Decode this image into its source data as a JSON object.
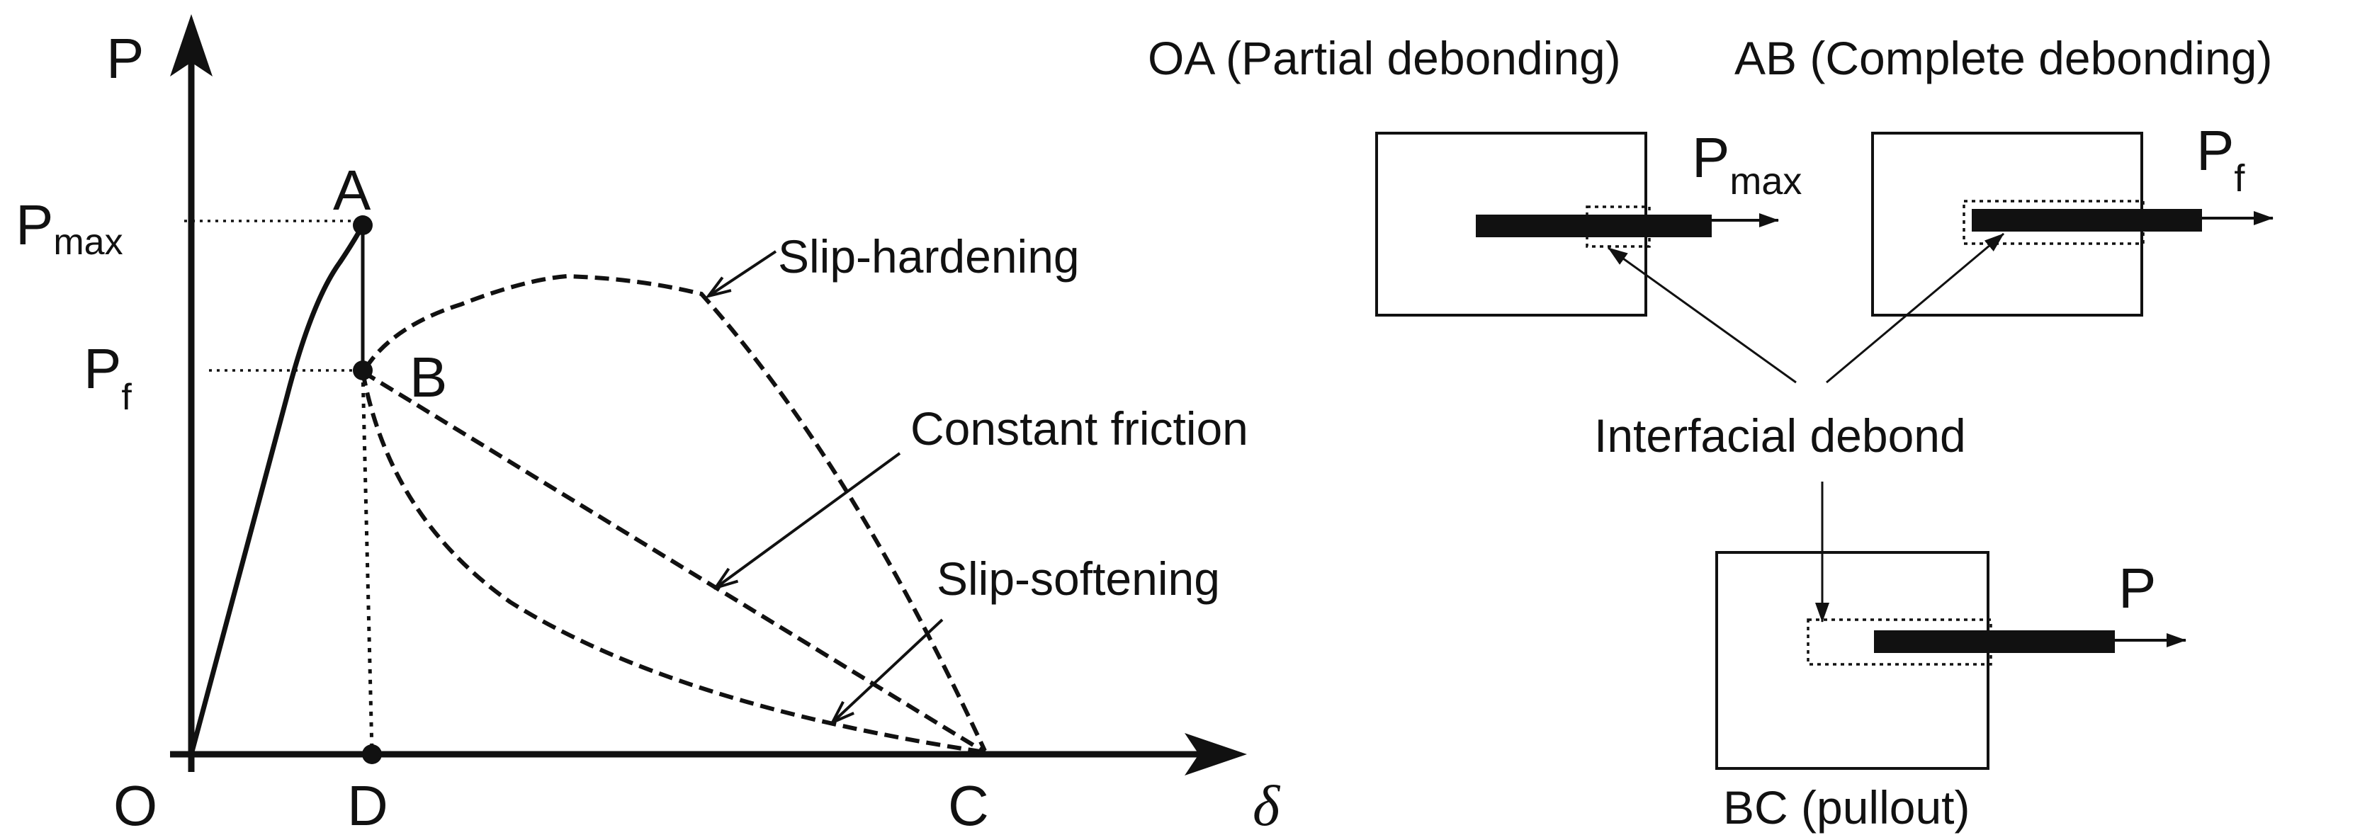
{
  "graph": {
    "axis_p": "P",
    "axis_delta": "δ",
    "origin": "O",
    "point_a": "A",
    "point_b": "B",
    "point_c": "C",
    "point_d": "D",
    "p_max_main": "P",
    "p_max_sub": "max",
    "p_f_main": "P",
    "p_f_sub": "f",
    "slip_hardening": "Slip-hardening",
    "constant_friction": "Constant friction",
    "slip_softening": "Slip-softening"
  },
  "schematics": {
    "oa_title": "OA (Partial debonding)",
    "ab_title": "AB (Complete debonding)",
    "bc_title": "BC (pullout)",
    "interfacial_debond": "Interfacial debond",
    "oa_force_main": "P",
    "oa_force_sub": "max",
    "ab_force_main": "P",
    "ab_force_sub": "f",
    "bc_force": "P"
  },
  "colors": {
    "ink": "#111111",
    "background": "#ffffff"
  }
}
